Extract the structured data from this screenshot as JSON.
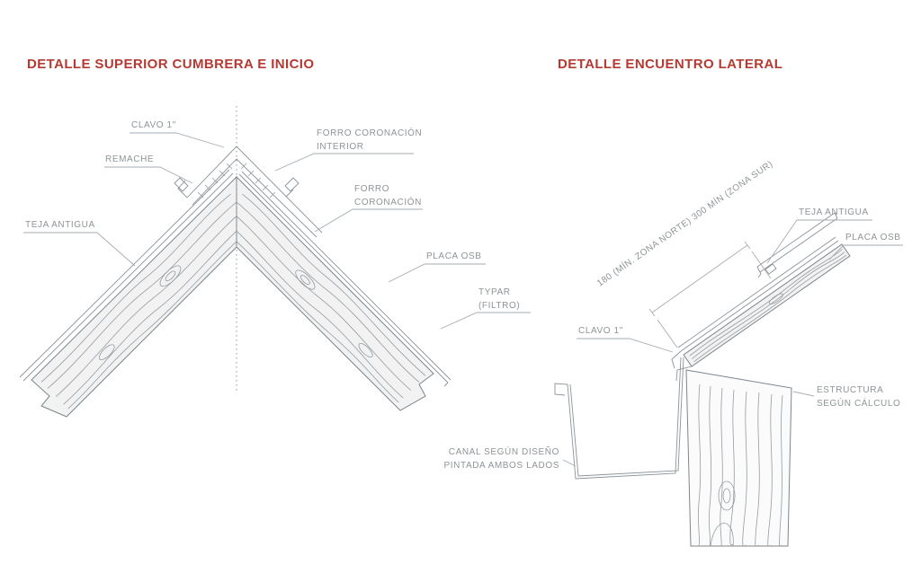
{
  "colors": {
    "title_red": "#b43a32",
    "label_gray": "#8e9497",
    "line_gray": "#7d858a",
    "board_fill": "#f2f2f3"
  },
  "left_detail": {
    "title": "DETALLE SUPERIOR CUMBRERA E INICIO",
    "labels": {
      "clavo": "CLAVO 1\"",
      "remache": "REMACHE",
      "teja": "TEJA ANTIGUA",
      "forro_interior_1": "FORRO CORONACIÓN",
      "forro_interior_2": "INTERIOR",
      "forro_1": "FORRO",
      "forro_2": "CORONACIÓN",
      "placa": "PLACA OSB",
      "typar_1": "TYPAR",
      "typar_2": "(FILTRO)"
    }
  },
  "right_detail": {
    "title": "DETALLE ENCUENTRO LATERAL",
    "labels": {
      "dim_1": "180 (MÍN. ZONA NORTE)",
      "dim_2": "300 MÍN (ZONA SUR)",
      "teja": "TEJA ANTIGUA",
      "placa": "PLACA OSB",
      "clavo": "CLAVO 1\"",
      "estructura_1": "ESTRUCTURA",
      "estructura_2": "SEGÚN CÁLCULO",
      "canal_1": "CANAL SEGÚN DISEÑO",
      "canal_2": "PINTADA AMBOS LADOS"
    }
  }
}
